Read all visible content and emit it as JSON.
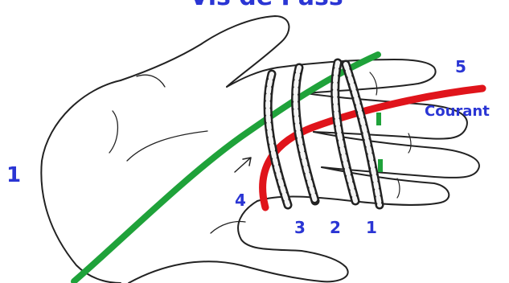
{
  "title": "Vis de Pass",
  "step_number": "1",
  "label_current": "Courant",
  "rope_end_label": "5",
  "rope_start_label": "4",
  "wrap_numbers": [
    "3",
    "2",
    "1"
  ],
  "colors": {
    "label_blue": "#2a35d4",
    "standing_line": "#1fa23a",
    "working_end": "#e0141b",
    "outline": "#222222"
  }
}
